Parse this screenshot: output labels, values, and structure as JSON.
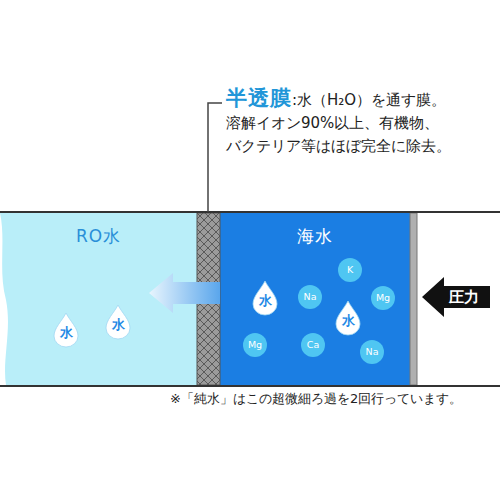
{
  "diagram": {
    "nodes": [
      {
        "text": [
          "RO水"
        ]
      },
      {
        "text": [
          "水"
        ],
        "in": 0
      },
      {
        "text": [
          "水"
        ],
        "in": 0
      },
      {
        "text": [
          "海水"
        ]
      },
      {
        "text": [
          "水"
        ],
        "in": 3
      },
      {
        "text": [
          "K"
        ],
        "in": 3
      },
      {
        "text": [
          "Na"
        ],
        "in": 3
      },
      {
        "text": [
          "Mg"
        ],
        "in": 3
      },
      {
        "text": [
          "水"
        ],
        "in": 3
      },
      {
        "text": [
          "Mg"
        ],
        "in": 3
      },
      {
        "text": [
          "Ca"
        ],
        "in": 3
      },
      {
        "text": [
          "Na"
        ],
        "in": 3
      },
      {
        "text": [
          "圧力"
        ]
      }
    ],
    "edges": [
      {
        "from": 3,
        "to": 0,
        "arrow": "to"
      }
    ],
    "labels": [
      "半透膜",
      ":水（H₂O）を通す膜。",
      "溶解イオン90%以上、有機物、",
      "バクテリア等はほぼ完全に除去。",
      "※「純水」はこの超微細ろ過を2回行っています。"
    ]
  }
}
